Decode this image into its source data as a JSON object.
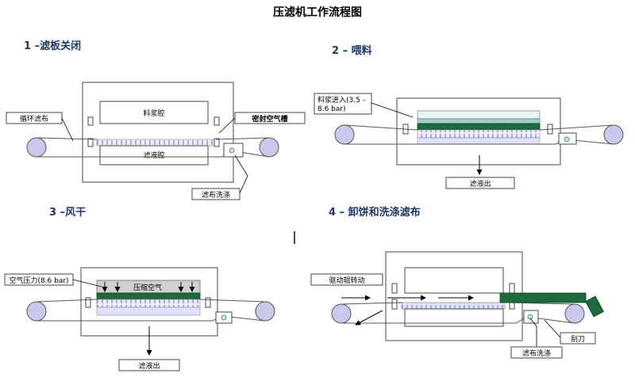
{
  "title": "压滤机工作流程图",
  "steps": [
    {
      "label": "1 –滤板关闭",
      "labels": {
        "slurry_chamber": "料浆腔",
        "filtrate_chamber": "滤液腔",
        "cycle_cloth": "循环滤布",
        "seal_air_slot": "密封空气槽",
        "cloth_wash": "滤布洗涤"
      }
    },
    {
      "label": "2 –  喂料",
      "labels": {
        "feed_in_line1": "料浆进入(3.5 –",
        "feed_in_line2": "8.6 bar)",
        "filtrate_out": "滤液出"
      }
    },
    {
      "label": "3 –风干",
      "labels": {
        "air_pressure": "空气压力(8.6 bar)",
        "compressed_air": "压缩空气",
        "filtrate_out": "滤液出"
      }
    },
    {
      "label": "4 – 卸饼和洗涤滤布",
      "labels": {
        "drive_roller": "驱动辊转动",
        "scraper": "刮刀",
        "cloth_wash": "滤布洗涤"
      }
    }
  ],
  "colors": {
    "cake": "#1d6b3d",
    "roller": "#c9c9ec",
    "plate": "#d9dcf7",
    "step_heading": "#1f3864"
  }
}
